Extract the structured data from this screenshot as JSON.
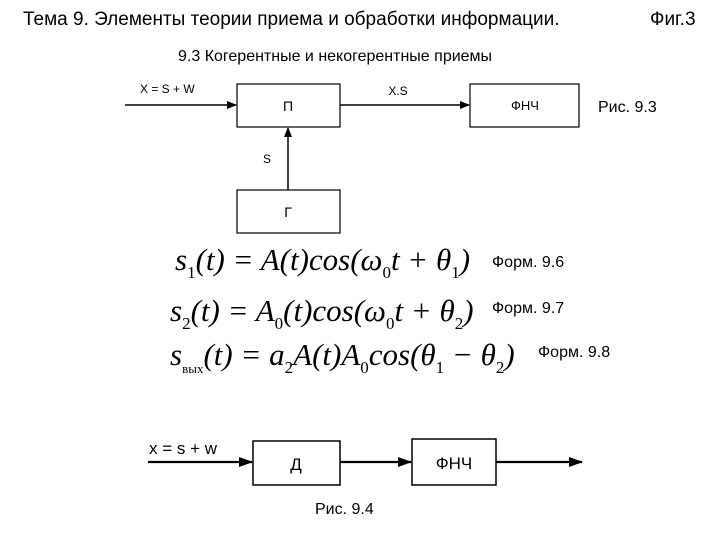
{
  "header": {
    "title": "Тема 9. Элементы теории приема и обработки информации.",
    "fig_label": "Фиг.3",
    "subtitle": "9.3 Когерентные и некогерентные приемы"
  },
  "diagram1": {
    "input_label": "X = S + W",
    "block_p": "П",
    "mid_label": "X.S",
    "block_lpf": "ФНЧ",
    "s_label": "S",
    "block_g": "Г",
    "caption": "Рис. 9.3"
  },
  "formulas": [
    {
      "lhs": "s",
      "lhs_sub": "1",
      "rhs": "(t) = A(t)cos(ω",
      "omega_sub": "0",
      "rest": "t + θ",
      "theta_sub": "1",
      "end": ")",
      "label": "Форм. 9.6"
    },
    {
      "lhs": "s",
      "lhs_sub": "2",
      "rhs": "(t) = A",
      "a_sub": "0",
      "mid": "(t)cos(ω",
      "omega_sub": "0",
      "rest": "t + θ",
      "theta_sub": "2",
      "end": ")",
      "label": "Форм. 9.7"
    },
    {
      "lhs": "s",
      "lhs_sub": "вых",
      "p1": "(t) = a",
      "a2_sub": "2",
      "p2": "A(t)A",
      "a0_sub": "0",
      "p3": "cos(θ",
      "t1_sub": "1",
      "p4": " − θ",
      "t2_sub": "2",
      "end": ")",
      "label": "Форм. 9.8"
    }
  ],
  "diagram2": {
    "input_label": "x = s + w",
    "block_d": "Д",
    "block_lpf": "ФНЧ",
    "caption": "Рис. 9.4"
  }
}
